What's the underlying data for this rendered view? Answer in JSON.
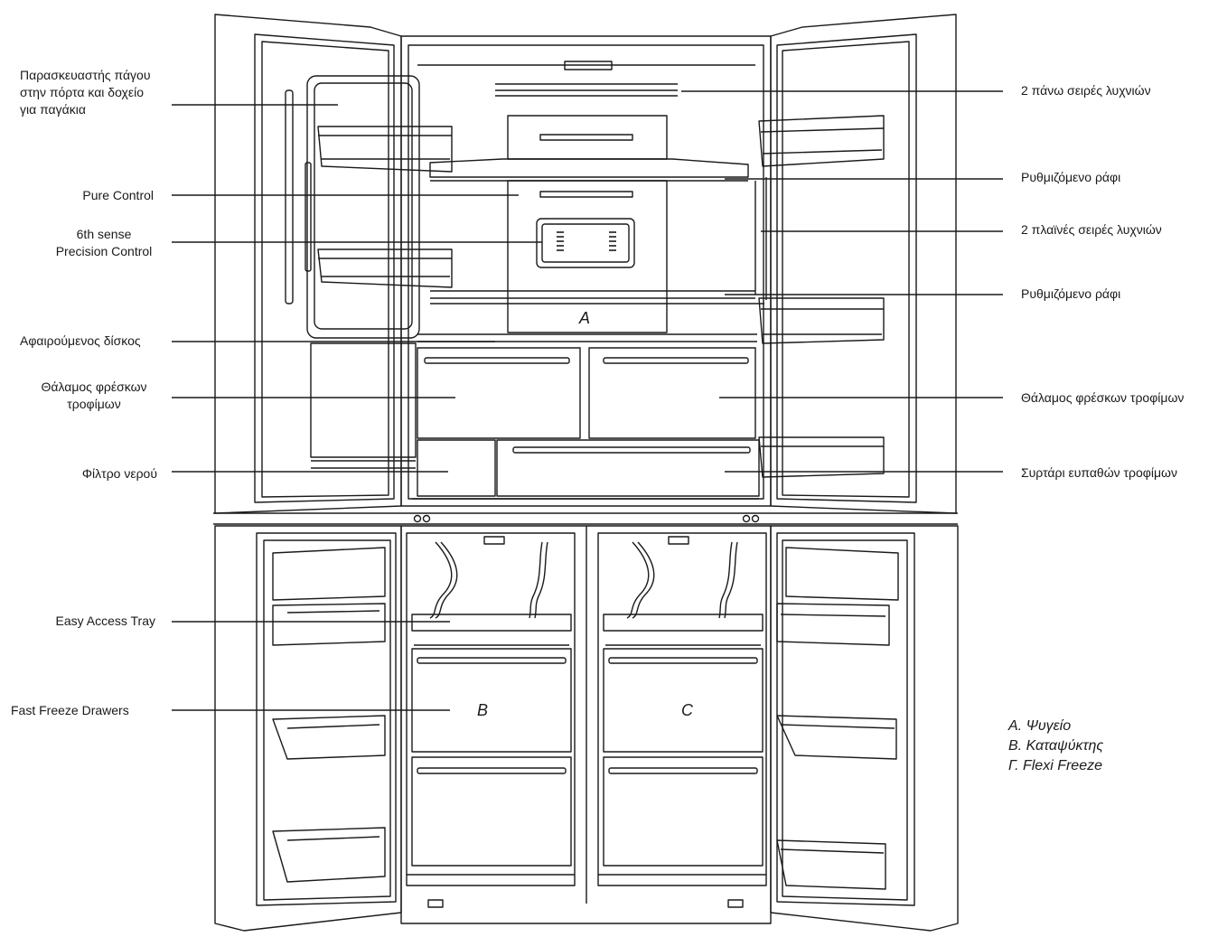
{
  "labels_left": {
    "ice_maker": "Παρασκευαστής πάγου\nστην πόρτα και δοχείο\nγια παγάκια",
    "pure_control": "Pure Control",
    "sixth_sense": "6th sense\nPrecision Control",
    "removable_disc": "Αφαιρούμενος δίσκος",
    "fresh_chamber_left": "Θάλαμος φρέσκων\nτροφίμων",
    "water_filter": "Φίλτρο νερού",
    "easy_access_tray": "Easy Access Tray",
    "fast_freeze": "Fast Freeze Drawers"
  },
  "labels_right": {
    "top_lamps": "2 πάνω σειρές λυχνιών",
    "adjustable_shelf_1": "Ρυθμιζόμενο ράφι",
    "side_lamps": "2 πλαϊνές σειρές λυχνιών",
    "adjustable_shelf_2": "Ρυθμιζόμενο ράφι",
    "fresh_chamber_right": "Θάλαμος φρέσκων τροφίμων",
    "delicate_drawer": "Συρτάρι ευπαθών τροφίμων"
  },
  "zones": {
    "a": "A",
    "b": "B",
    "c": "C"
  },
  "legend": {
    "a": "A. Ψυγείο",
    "b": "B. Καταψύκτης",
    "c": "Γ. Flexi Freeze"
  },
  "colors": {
    "line": "#1a1a1a",
    "bg": "#ffffff"
  }
}
